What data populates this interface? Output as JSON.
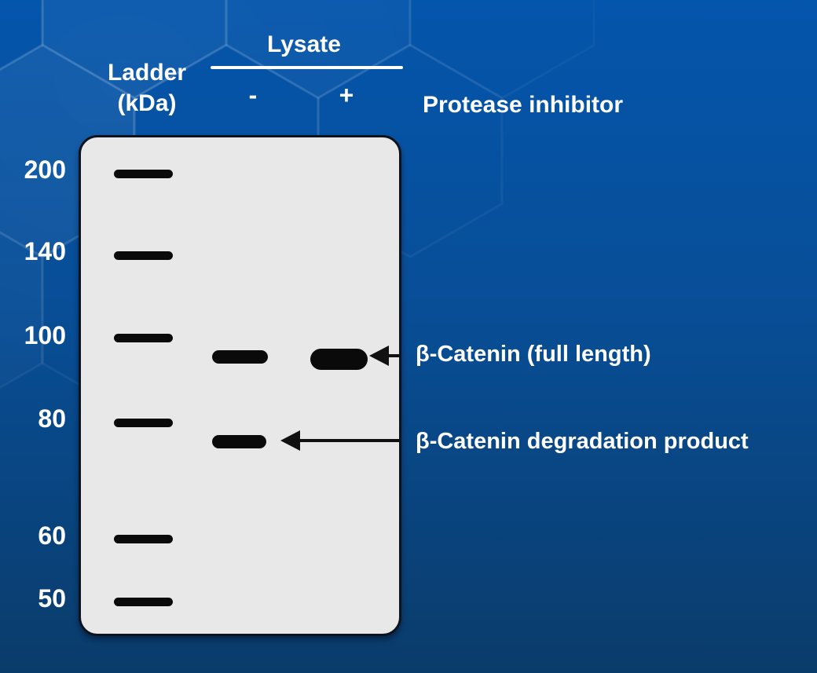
{
  "header": {
    "lysate_label": "Lysate",
    "ladder_line1": "Ladder",
    "ladder_line2": "(kDa)",
    "lane_minus": "-",
    "lane_plus": "+",
    "protease_label": "Protease inhibitor"
  },
  "ladder": {
    "values": [
      "200",
      "140",
      "100",
      "80",
      "60",
      "50"
    ]
  },
  "annotations": {
    "full_length": "β-Catenin (full length)",
    "degradation": "β-Catenin degradation product"
  },
  "blot": {
    "lanes": [
      {
        "name": "ladder",
        "bands_kda": [
          200,
          140,
          100,
          80,
          60,
          50
        ]
      },
      {
        "name": "lysate_minus_protease_inhibitor",
        "bands": [
          {
            "identity": "β-Catenin (full length)",
            "approx_kda": 92,
            "intensity": "medium"
          },
          {
            "identity": "β-Catenin degradation product",
            "approx_kda": 75,
            "intensity": "medium"
          }
        ]
      },
      {
        "name": "lysate_plus_protease_inhibitor",
        "bands": [
          {
            "identity": "β-Catenin (full length)",
            "approx_kda": 92,
            "intensity": "strong"
          }
        ]
      }
    ]
  },
  "colors": {
    "background_top": "#0455ac",
    "background_bottom": "#0a3c6b",
    "gel_fill": "#e8e8e8",
    "gel_border": "#0d1420",
    "band": "#0a0a0a",
    "text": "#ffffff"
  }
}
